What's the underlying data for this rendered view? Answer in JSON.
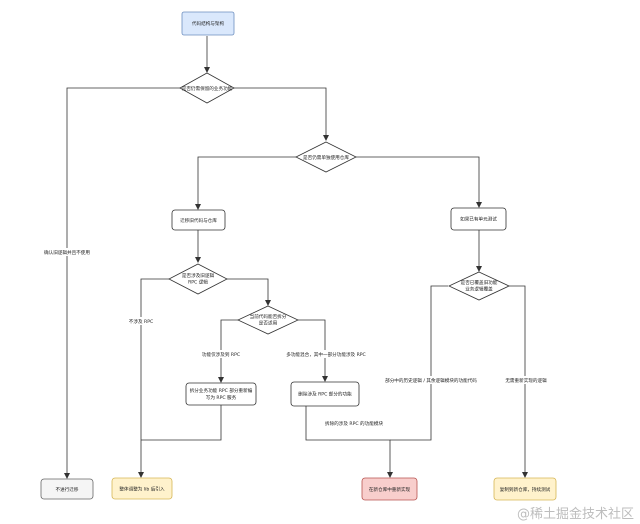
{
  "diagram": {
    "nodes": {
      "start": "代码结构与架构",
      "d1": "是否仍需保留的业务功能",
      "d2": "是否仍需单独使用仓库",
      "copy_repo": "迁移旧代码与仓库",
      "tests": "如果已有单元测试",
      "d3_l1": "是否涉及旧逻辑",
      "d3_l2": "RPC 逻辑",
      "d4_l1": "当前代码能否拆分",
      "d4_l2": "是否适用",
      "d5_l1": "是否已覆盖旧功能",
      "d5_l2": "业务逻辑覆盖",
      "mod_l1": "拆分业务功能 RPC 部分重新编",
      "mod_l2": "写为 RPC 服务",
      "delete_code": "删除涉及 RPC 部分的功能",
      "no_migrate": "不进行迁移",
      "whole_rpc": "整体调整为 lib 后引入",
      "new_repo": "在新仓库中重新实现",
      "copy_new": "复制到新仓库，持续测试"
    },
    "edges": {
      "e_no_migrate": "确认旧逻辑并且不使用",
      "e_no_rpc": "不涉及 RPC",
      "e_rpc_only": "功能仅涉及到 RPC",
      "e_mixed": "多功能混合，其中一部分功能涉及 RPC",
      "e_split": "拆除的涉及 RPC 的功能模块",
      "e_partial": "部分中的历史逻辑 / 其余逻辑模块的功能代码",
      "e_no_need": "无需重新实现的逻辑"
    }
  },
  "watermark": "@稀土掘金技术社区",
  "colors": {
    "start_fill": "#dae8fc",
    "start_stroke": "#6c8ebf",
    "gray_fill": "#f5f5f5",
    "gray_stroke": "#666666",
    "yellow_fill": "#fff2cc",
    "yellow_stroke": "#d6b656",
    "red_fill": "#f8cecc",
    "red_stroke": "#b85450",
    "line": "#333333"
  }
}
